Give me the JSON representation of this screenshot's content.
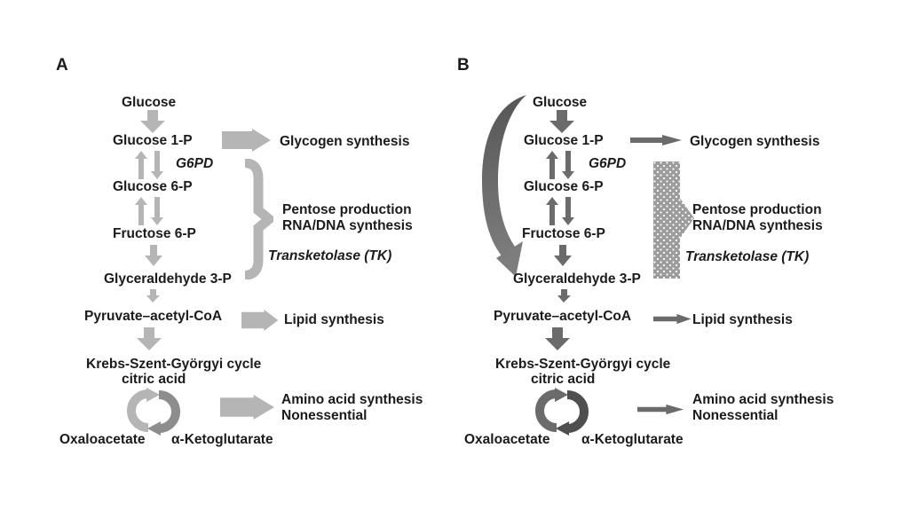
{
  "figure": {
    "background": "#ffffff"
  },
  "colors": {
    "text": "#1b1b1b",
    "panel_a_arrow": "#b5b5b5",
    "panel_a_cycle_dark": "#8d8d8d",
    "panel_b_arrow": "#6b6b6b",
    "panel_b_cycle_dark": "#4f4f4f",
    "dotted_bar": "#9c9c9c",
    "curve_top": "#565656",
    "curve_bottom": "#7d7d7d"
  },
  "panel_a": {
    "label": "A",
    "glucose": "Glucose",
    "glucose_1p": "Glucose 1-P",
    "g6pd": "G6PD",
    "glucose_6p": "Glucose 6-P",
    "fructose_6p": "Fructose 6-P",
    "glyceraldehyde_3p": "Glyceraldehyde 3-P",
    "pyruvate_acetyl_coa": "Pyruvate–acetyl-CoA",
    "krebs_cycle": "Krebs-Szent-Györgyi cycle",
    "citric_acid": "citric acid",
    "oxaloacetate": "Oxaloacetate",
    "alpha_ketoglutarate": "α-Ketoglutarate",
    "glycogen_synthesis": "Glycogen synthesis",
    "pentose_production": "Pentose production",
    "rna_dna_synthesis": "RNA/DNA synthesis",
    "transketolase": "Transketolase (TK)",
    "lipid_synthesis": "Lipid synthesis",
    "amino_acid_synthesis": "Amino acid synthesis",
    "nonessential": "Nonessential"
  },
  "panel_b": {
    "label": "B",
    "glucose": "Glucose",
    "glucose_1p": "Glucose 1-P",
    "g6pd": "G6PD",
    "glucose_6p": "Glucose 6-P",
    "fructose_6p": "Fructose 6-P",
    "glyceraldehyde_3p": "Glyceraldehyde 3-P",
    "pyruvate_acetyl_coa": "Pyruvate–acetyl-CoA",
    "krebs_cycle": "Krebs-Szent-Györgyi cycle",
    "citric_acid": "citric acid",
    "oxaloacetate": "Oxaloacetate",
    "alpha_ketoglutarate": "α-Ketoglutarate",
    "glycogen_synthesis": "Glycogen synthesis",
    "pentose_production": "Pentose production",
    "rna_dna_synthesis": "RNA/DNA synthesis",
    "transketolase": "Transketolase (TK)",
    "lipid_synthesis": "Lipid synthesis",
    "amino_acid_synthesis": "Amino acid synthesis",
    "nonessential": "Nonessential"
  }
}
